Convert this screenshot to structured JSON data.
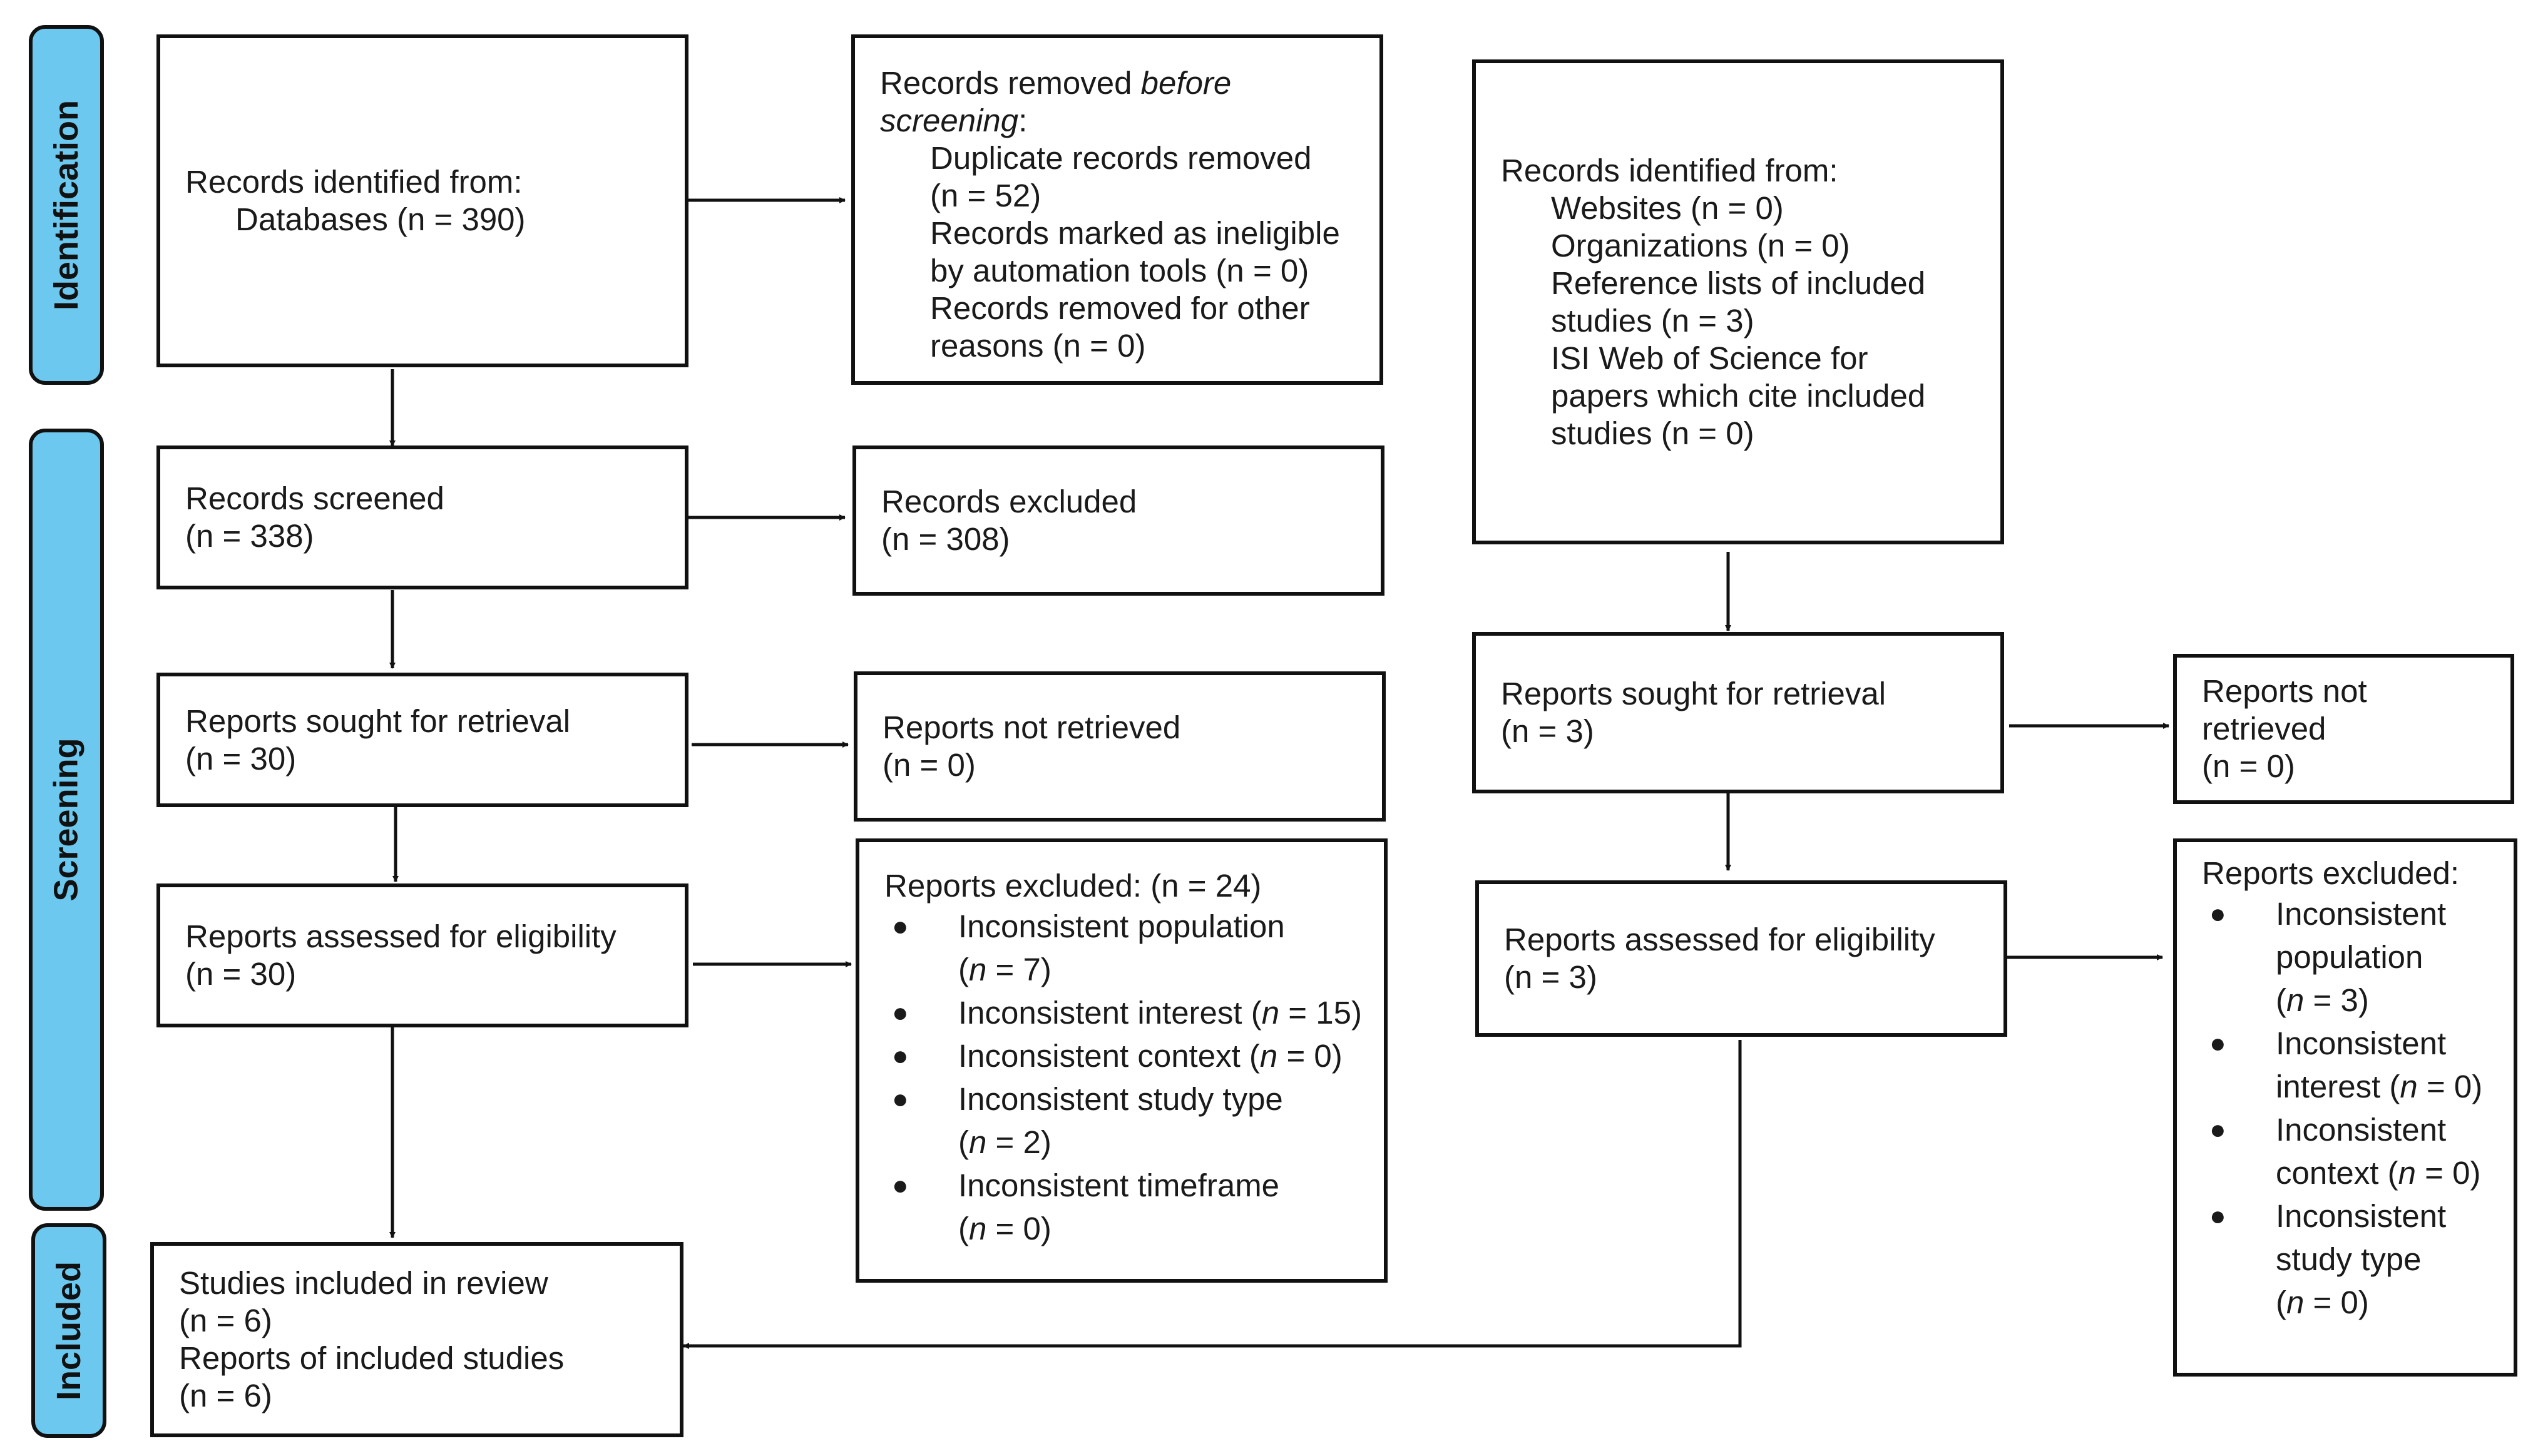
{
  "phases": {
    "identification": "Identification",
    "screening": "Screening",
    "included": "Included"
  },
  "left": {
    "identified": {
      "title": "Records identified from:",
      "lines": [
        "Databases (n = 390)"
      ]
    },
    "removed": {
      "title_plain": "Records removed ",
      "title_em": "before",
      "title_em2": "screening",
      "title_colon": ":",
      "lines": [
        "Duplicate records removed",
        "(n = 52)",
        "Records marked as ineligible",
        "by automation tools (n = 0)",
        "Records removed for other",
        "reasons (n = 0)"
      ]
    },
    "screened": {
      "title": "Records screened",
      "count": "(n = 338)"
    },
    "excluded": {
      "title": "Records excluded",
      "count": "(n = 308)"
    },
    "sought": {
      "title": "Reports sought for retrieval",
      "count": "(n = 30)"
    },
    "not_retrieved": {
      "title": "Reports not retrieved",
      "count": "(n = 0)"
    },
    "assessed": {
      "title": "Reports assessed for eligibility",
      "count": "(n = 30)"
    },
    "reports_excluded": {
      "title": "Reports excluded: (n = 24)",
      "items": [
        {
          "lines": [
            "Inconsistent population",
            "(n = 7)"
          ]
        },
        {
          "lines": [
            "Inconsistent interest (n = 15)"
          ]
        },
        {
          "lines": [
            "Inconsistent context (n = 0)"
          ]
        },
        {
          "lines": [
            "Inconsistent study type",
            "(n = 2)"
          ]
        },
        {
          "lines": [
            "Inconsistent timeframe",
            "(n = 0)"
          ]
        }
      ]
    },
    "included": {
      "lines": [
        "Studies included in review",
        "(n = 6)",
        "Reports of included studies",
        "(n = 6)"
      ]
    }
  },
  "right": {
    "identified": {
      "title": "Records identified from:",
      "lines": [
        "Websites (n = 0)",
        "Organizations (n = 0)",
        "Reference lists of included",
        "studies (n = 3)",
        "ISI Web of Science for",
        "papers which cite included",
        "studies (n = 0)"
      ]
    },
    "sought": {
      "title": "Reports sought for retrieval",
      "count": "(n = 3)"
    },
    "not_retrieved": {
      "lines": [
        "Reports not",
        "retrieved",
        "(n = 0)"
      ]
    },
    "assessed": {
      "title": "Reports assessed for eligibility",
      "count": "(n = 3)"
    },
    "reports_excluded": {
      "title": "Reports excluded:",
      "items": [
        {
          "lines": [
            "Inconsistent",
            "population",
            "(n = 3)"
          ]
        },
        {
          "lines": [
            "Inconsistent",
            "interest (n = 0)"
          ]
        },
        {
          "lines": [
            "Inconsistent",
            "context (n = 0)"
          ]
        },
        {
          "lines": [
            "Inconsistent",
            "study type",
            "(n = 0)"
          ]
        }
      ]
    }
  }
}
